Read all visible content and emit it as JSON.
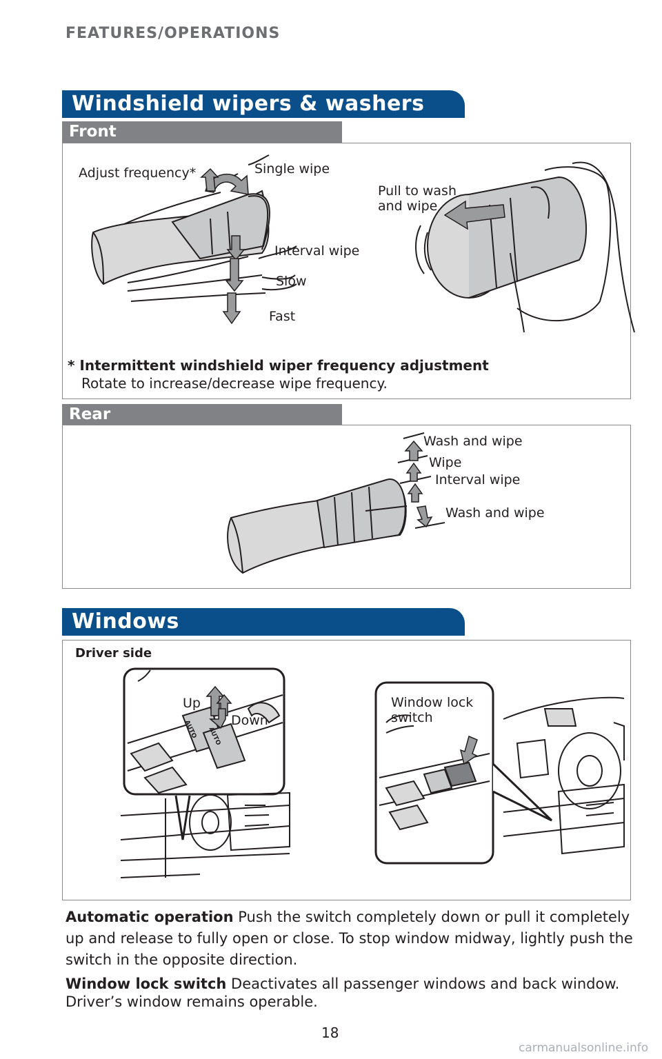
{
  "header": {
    "title": "FEATURES/OPERATIONS"
  },
  "wipers": {
    "banner": "Windshield wipers & washers",
    "front": {
      "label": "Front",
      "labels": {
        "adjust": "Adjust frequency*",
        "single": "Single wipe",
        "interval": "Interval wipe",
        "slow": "Slow",
        "fast": "Fast",
        "pull_line1": "Pull to wash",
        "pull_line2": "and wipe"
      },
      "note_title": "* Intermittent windshield wiper frequency adjustment",
      "note_text": "Rotate to increase/decrease wipe frequency."
    },
    "rear": {
      "label": "Rear",
      "labels": {
        "wash_top": "Wash and wipe",
        "wipe": "Wipe",
        "interval": "Interval wipe",
        "wash_bottom": "Wash and wipe"
      }
    }
  },
  "windows": {
    "banner": "Windows",
    "driver_side": "Driver side",
    "up": "Up",
    "down": "Down",
    "auto": "AUTO",
    "lock_line1": "Window lock",
    "lock_line2": "switch",
    "auto_op_title": "Automatic operation",
    "auto_op_text": " Push the switch completely down or pull it completely up and release to fully open or close. To stop window midway, lightly push the switch in the opposite direction.",
    "lock_title": "Window lock switch",
    "lock_text": " Deactivates all passenger windows and back window. Driver’s window remains operable."
  },
  "footer": {
    "page_number": "18",
    "watermark": "carmanualsonline.info"
  },
  "colors": {
    "banner_blue": "#0b4f8a",
    "subbar_gray": "#808285",
    "arrow_gray": "#9a9b9d"
  }
}
